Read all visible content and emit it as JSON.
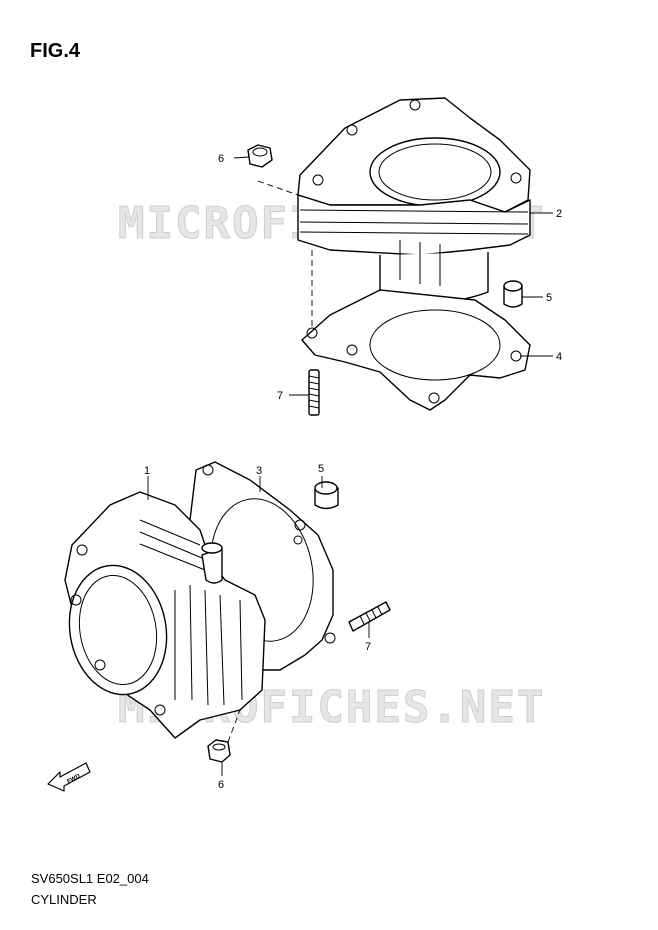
{
  "figure": {
    "title": "FIG.4",
    "code": "SV650SL1 E02_004",
    "name": "CYLINDER"
  },
  "watermark": "MICROFICHES.NET",
  "fwd_label": "FWD",
  "callouts": {
    "top": {
      "p6": "6",
      "p2": "2",
      "p5": "5",
      "p4": "4",
      "p7": "7"
    },
    "bottom": {
      "p1": "1",
      "p3": "3",
      "p5": "5",
      "p7": "7",
      "p6": "6"
    }
  }
}
